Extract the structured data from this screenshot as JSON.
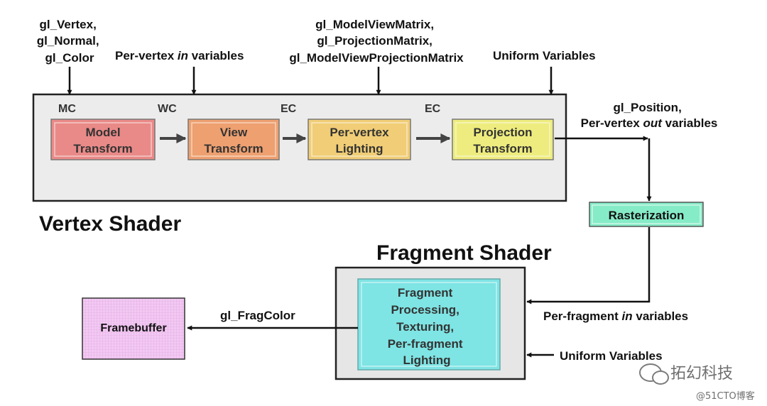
{
  "inputs": {
    "builtins": [
      "gl_Vertex,",
      "gl_Normal,",
      "gl_Color"
    ],
    "per_vertex_in": [
      "Per-vertex ",
      "in",
      " variables"
    ],
    "matrices": [
      "gl_ModelViewMatrix,",
      "gl_ProjectionMatrix,",
      "gl_ModelViewProjectionMatrix"
    ],
    "uniforms_top": "Uniform Variables"
  },
  "vertex_shader": {
    "title": "Vertex Shader",
    "spaces": [
      "MC",
      "WC",
      "EC",
      "EC"
    ],
    "stages": [
      {
        "lines": [
          "Model",
          "Transform"
        ],
        "color": "#e98a88"
      },
      {
        "lines": [
          "View",
          "Transform"
        ],
        "color": "#eea070"
      },
      {
        "lines": [
          "Per-vertex",
          "Lighting"
        ],
        "color": "#f0cd76"
      },
      {
        "lines": [
          "Projection",
          "Transform"
        ],
        "color": "#eeec7e"
      }
    ]
  },
  "vertex_outputs": [
    "gl_Position,",
    "Per-vertex ",
    "out",
    " variables"
  ],
  "rasterization": {
    "label": "Rasterization",
    "color": "#86ecc8"
  },
  "fragment_shader": {
    "title": "Fragment Shader",
    "stage": {
      "lines": [
        "Fragment",
        "Processing,",
        "Texturing,",
        "Per-fragment",
        "Lighting"
      ],
      "color": "#7fe4e4"
    },
    "per_fragment_in": [
      "Per-fragment ",
      "in",
      " variables"
    ],
    "uniforms": "Uniform Variables",
    "output": "gl_FragColor"
  },
  "framebuffer": {
    "label": "Framebuffer",
    "color": "#f3c8f3"
  },
  "watermark": {
    "account": "拓幻科技",
    "site": "@51CTO博客"
  }
}
